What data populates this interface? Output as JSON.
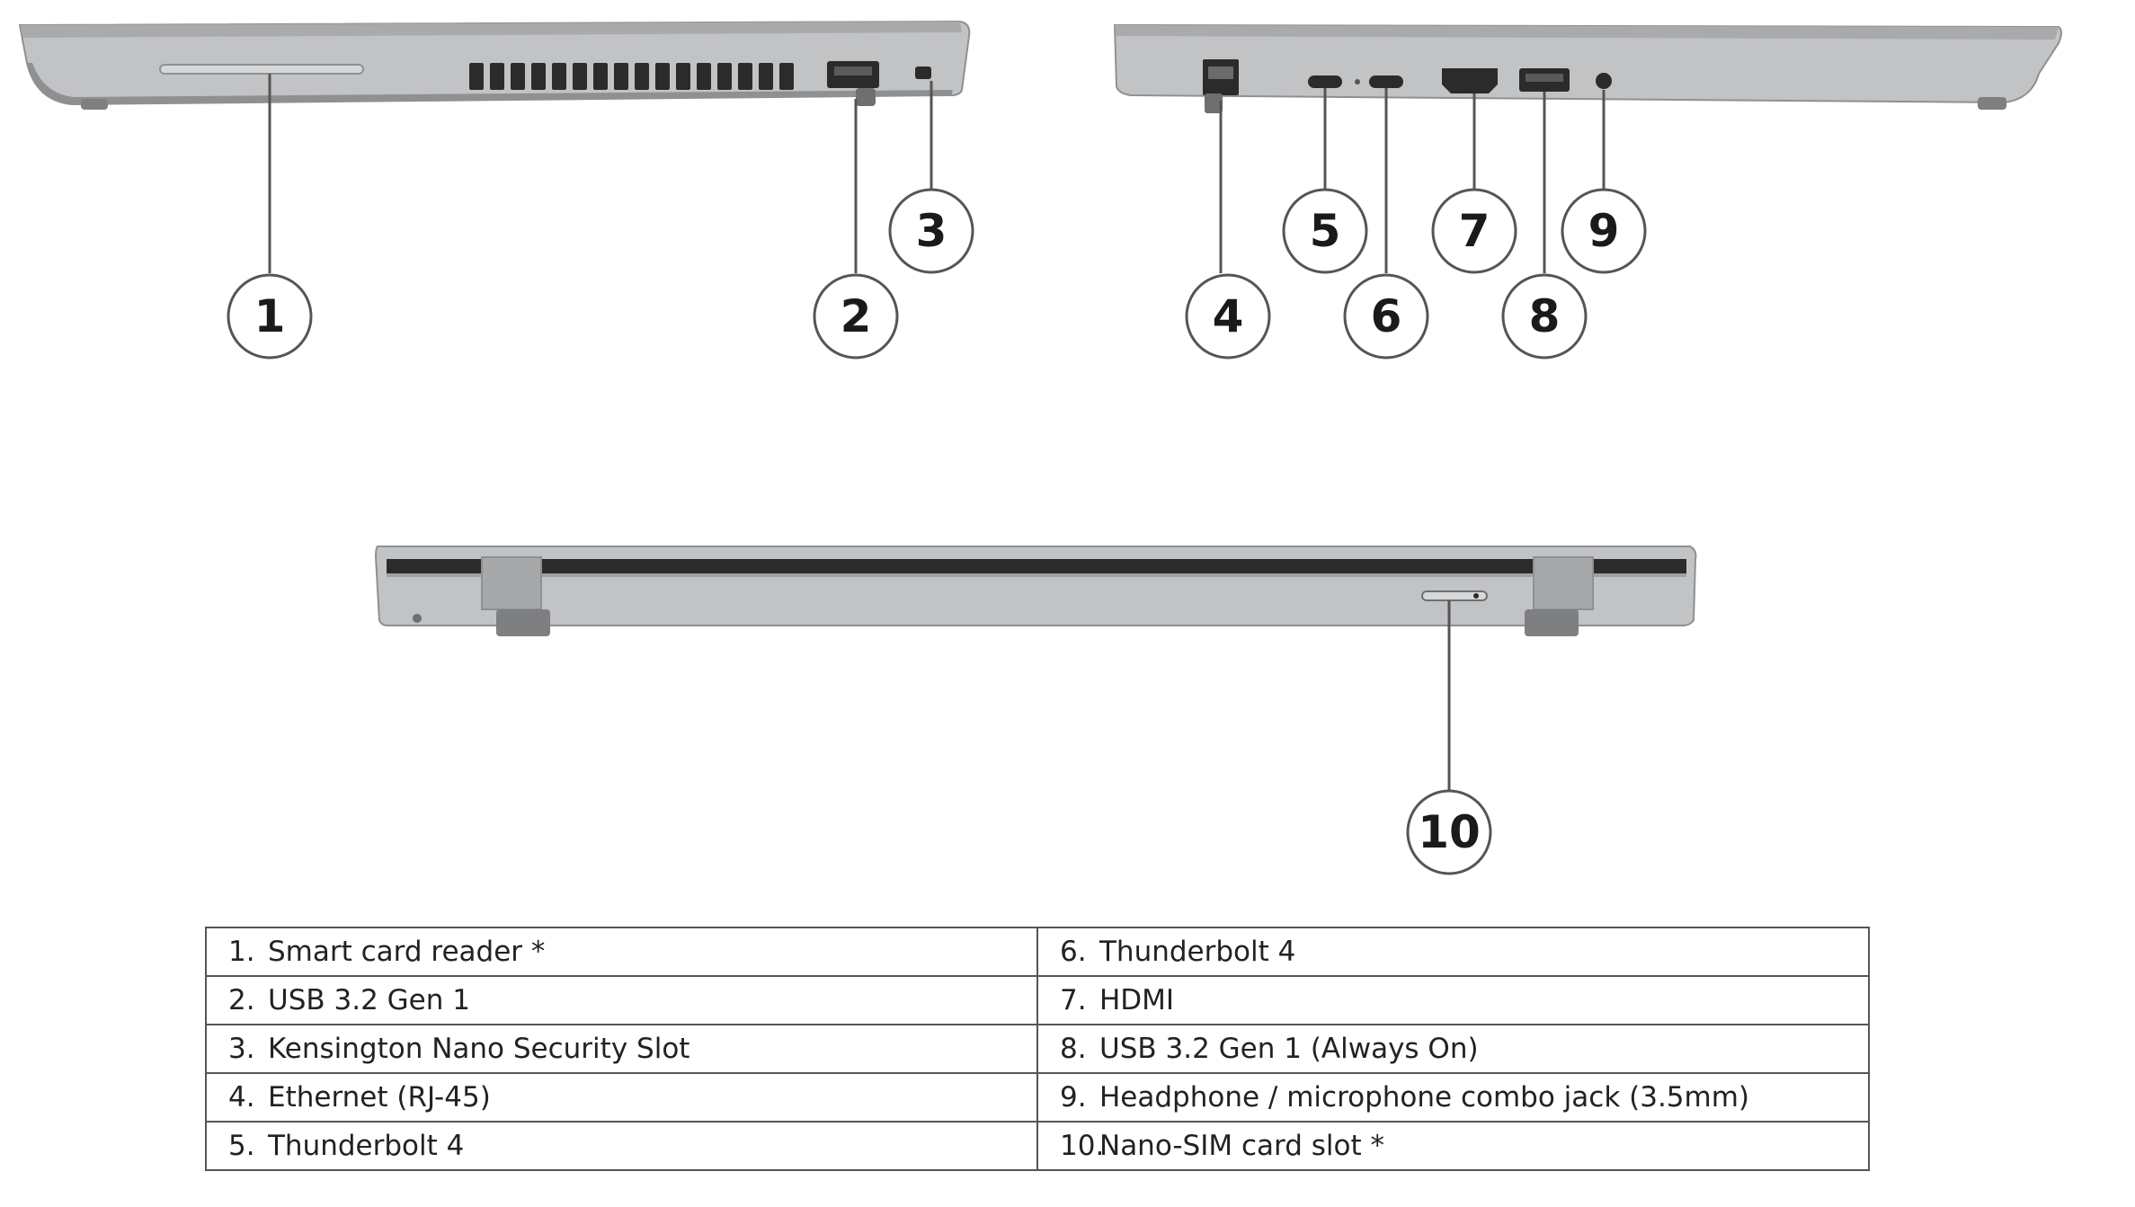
{
  "callouts": [
    "1",
    "2",
    "3",
    "4",
    "5",
    "6",
    "7",
    "8",
    "9",
    "10"
  ],
  "ports": [
    {
      "num": "1.",
      "label": "Smart card reader *"
    },
    {
      "num": "2.",
      "label": "USB 3.2 Gen 1"
    },
    {
      "num": "3.",
      "label": "Kensington Nano Security Slot"
    },
    {
      "num": "4.",
      "label": "Ethernet (RJ-45)"
    },
    {
      "num": "5.",
      "label": "Thunderbolt 4"
    },
    {
      "num": "6.",
      "label": "Thunderbolt 4"
    },
    {
      "num": "7.",
      "label": "HDMI"
    },
    {
      "num": "8.",
      "label": "USB 3.2 Gen 1 (Always On)"
    },
    {
      "num": "9.",
      "label": "Headphone / microphone combo jack (3.5mm)"
    },
    {
      "num": "10.",
      "label": "Nano-SIM card slot *"
    }
  ],
  "colors": {
    "chassis": "#b9babc",
    "chassis_dark": "#8e9092",
    "port": "#2b2b2b",
    "line": "#555555"
  }
}
